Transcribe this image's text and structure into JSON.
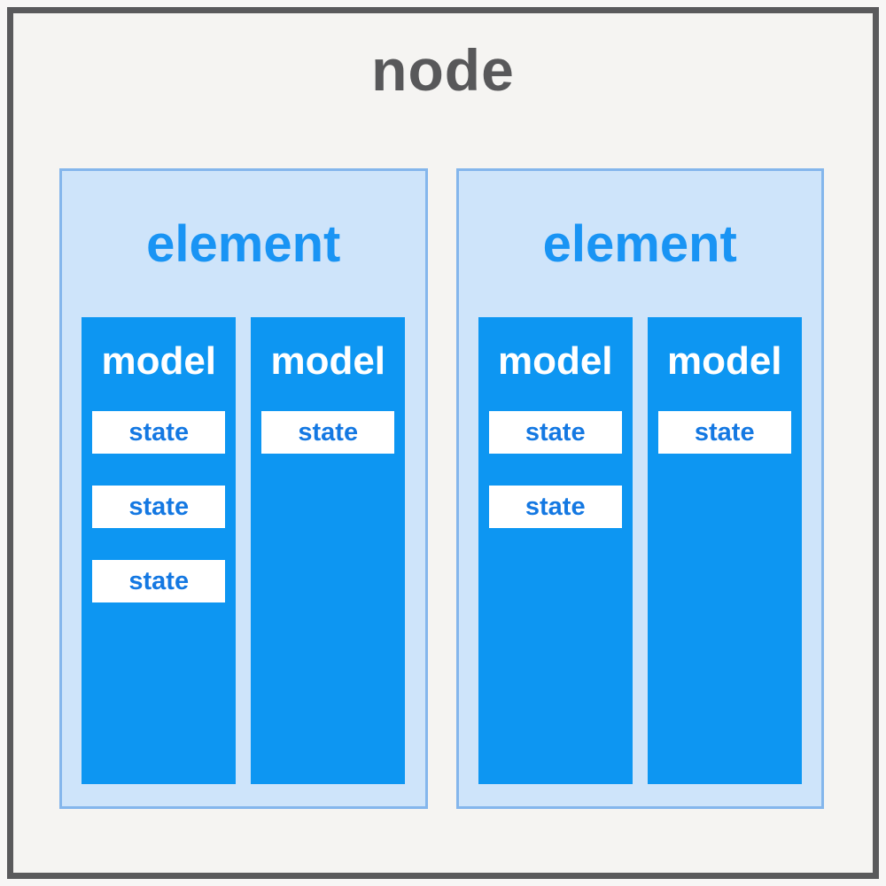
{
  "diagram": {
    "title": "node",
    "colors": {
      "frame_border": "#5a5a5c",
      "frame_background": "#f5f4f2",
      "title_text": "#58585a",
      "element_fill": "#cee4fa",
      "element_border": "#84b6ec",
      "element_text": "#1994f4",
      "model_fill": "#0d96f2",
      "model_text": "#ffffff",
      "state_fill": "#ffffff",
      "state_text": "#1478e2"
    },
    "elements": [
      {
        "label": "element",
        "models": [
          {
            "label": "model",
            "states": [
              "state",
              "state",
              "state"
            ]
          },
          {
            "label": "model",
            "states": [
              "state"
            ]
          }
        ]
      },
      {
        "label": "element",
        "models": [
          {
            "label": "model",
            "states": [
              "state",
              "state"
            ]
          },
          {
            "label": "model",
            "states": [
              "state"
            ]
          }
        ]
      }
    ]
  }
}
